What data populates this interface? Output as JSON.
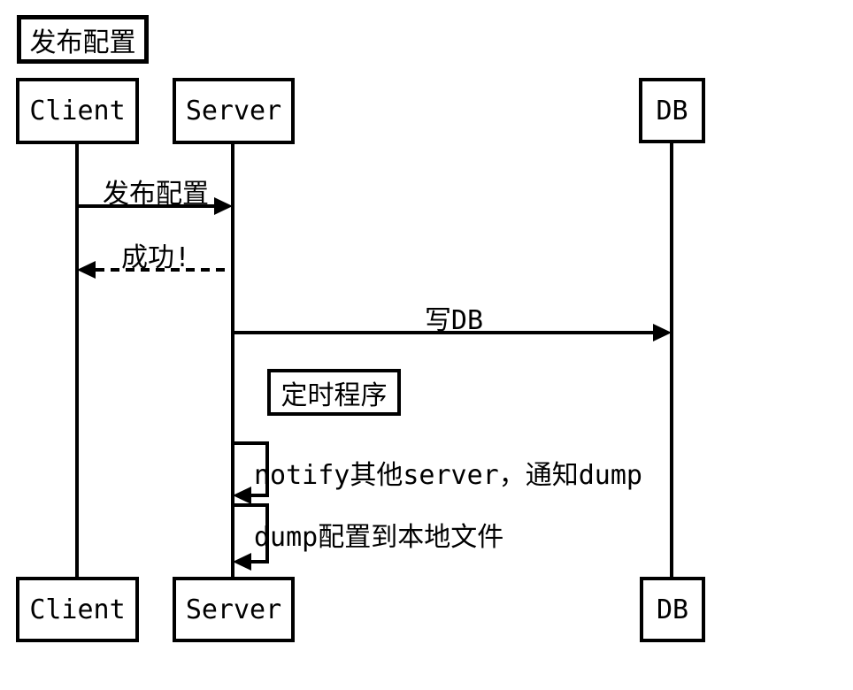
{
  "diagram": {
    "title": "发布配置",
    "participants": [
      {
        "name": "Client"
      },
      {
        "name": "Server"
      },
      {
        "name": "DB"
      }
    ],
    "messages": [
      {
        "from": "Client",
        "to": "Server",
        "label": "发布配置",
        "line": "solid"
      },
      {
        "from": "Server",
        "to": "Client",
        "label": "成功!",
        "line": "dashed"
      },
      {
        "from": "Server",
        "to": "DB",
        "label": "写DB",
        "line": "solid"
      },
      {
        "from": "Server",
        "to": "Server",
        "label": "notify其他server，通知dump",
        "line": "self"
      },
      {
        "from": "Server",
        "to": "Server",
        "label": "dump配置到本地文件",
        "line": "self"
      }
    ],
    "note": {
      "label": "定时程序"
    },
    "colors": {
      "foreground": "#000000",
      "background": "#ffffff"
    }
  }
}
